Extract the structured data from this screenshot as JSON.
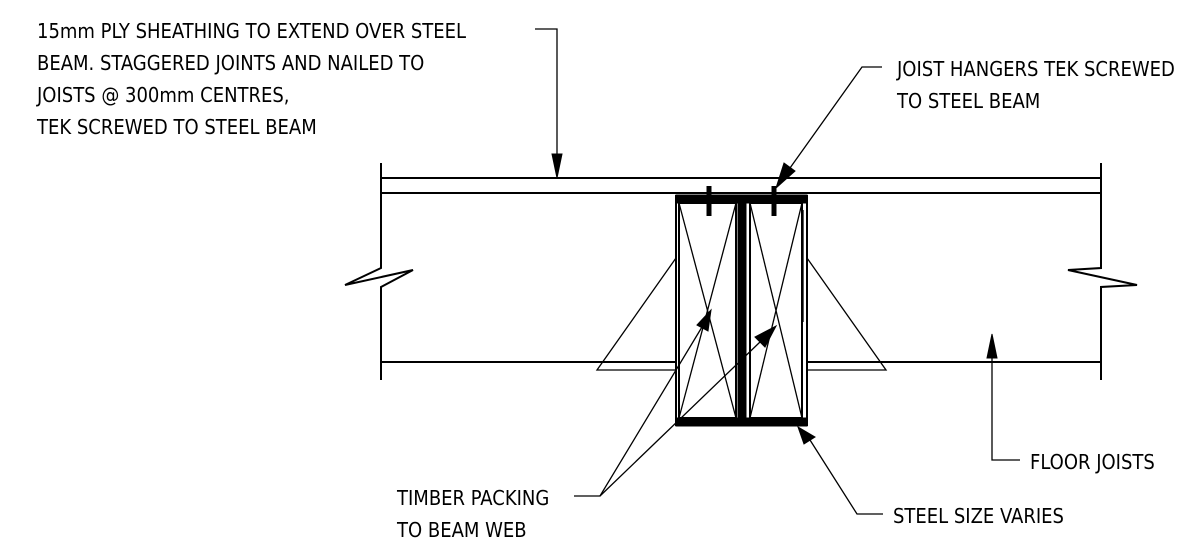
{
  "labels": {
    "sheathing": [
      "15mm PLY SHEATHING TO EXTEND OVER STEEL",
      "BEAM. STAGGERED JOINTS AND NAILED TO",
      "JOISTS @ 300mm CENTRES,",
      "TEK SCREWED TO STEEL BEAM"
    ],
    "joist_hangers": [
      "JOIST HANGERS TEK SCREWED",
      "TO STEEL BEAM"
    ],
    "floor_joists": "FLOOR JOISTS",
    "steel_size": "STEEL SIZE VARIES",
    "timber_packing": [
      "TIMBER PACKING",
      "TO BEAM WEB"
    ]
  },
  "colors": {
    "line": "#000000",
    "background": "#ffffff"
  }
}
